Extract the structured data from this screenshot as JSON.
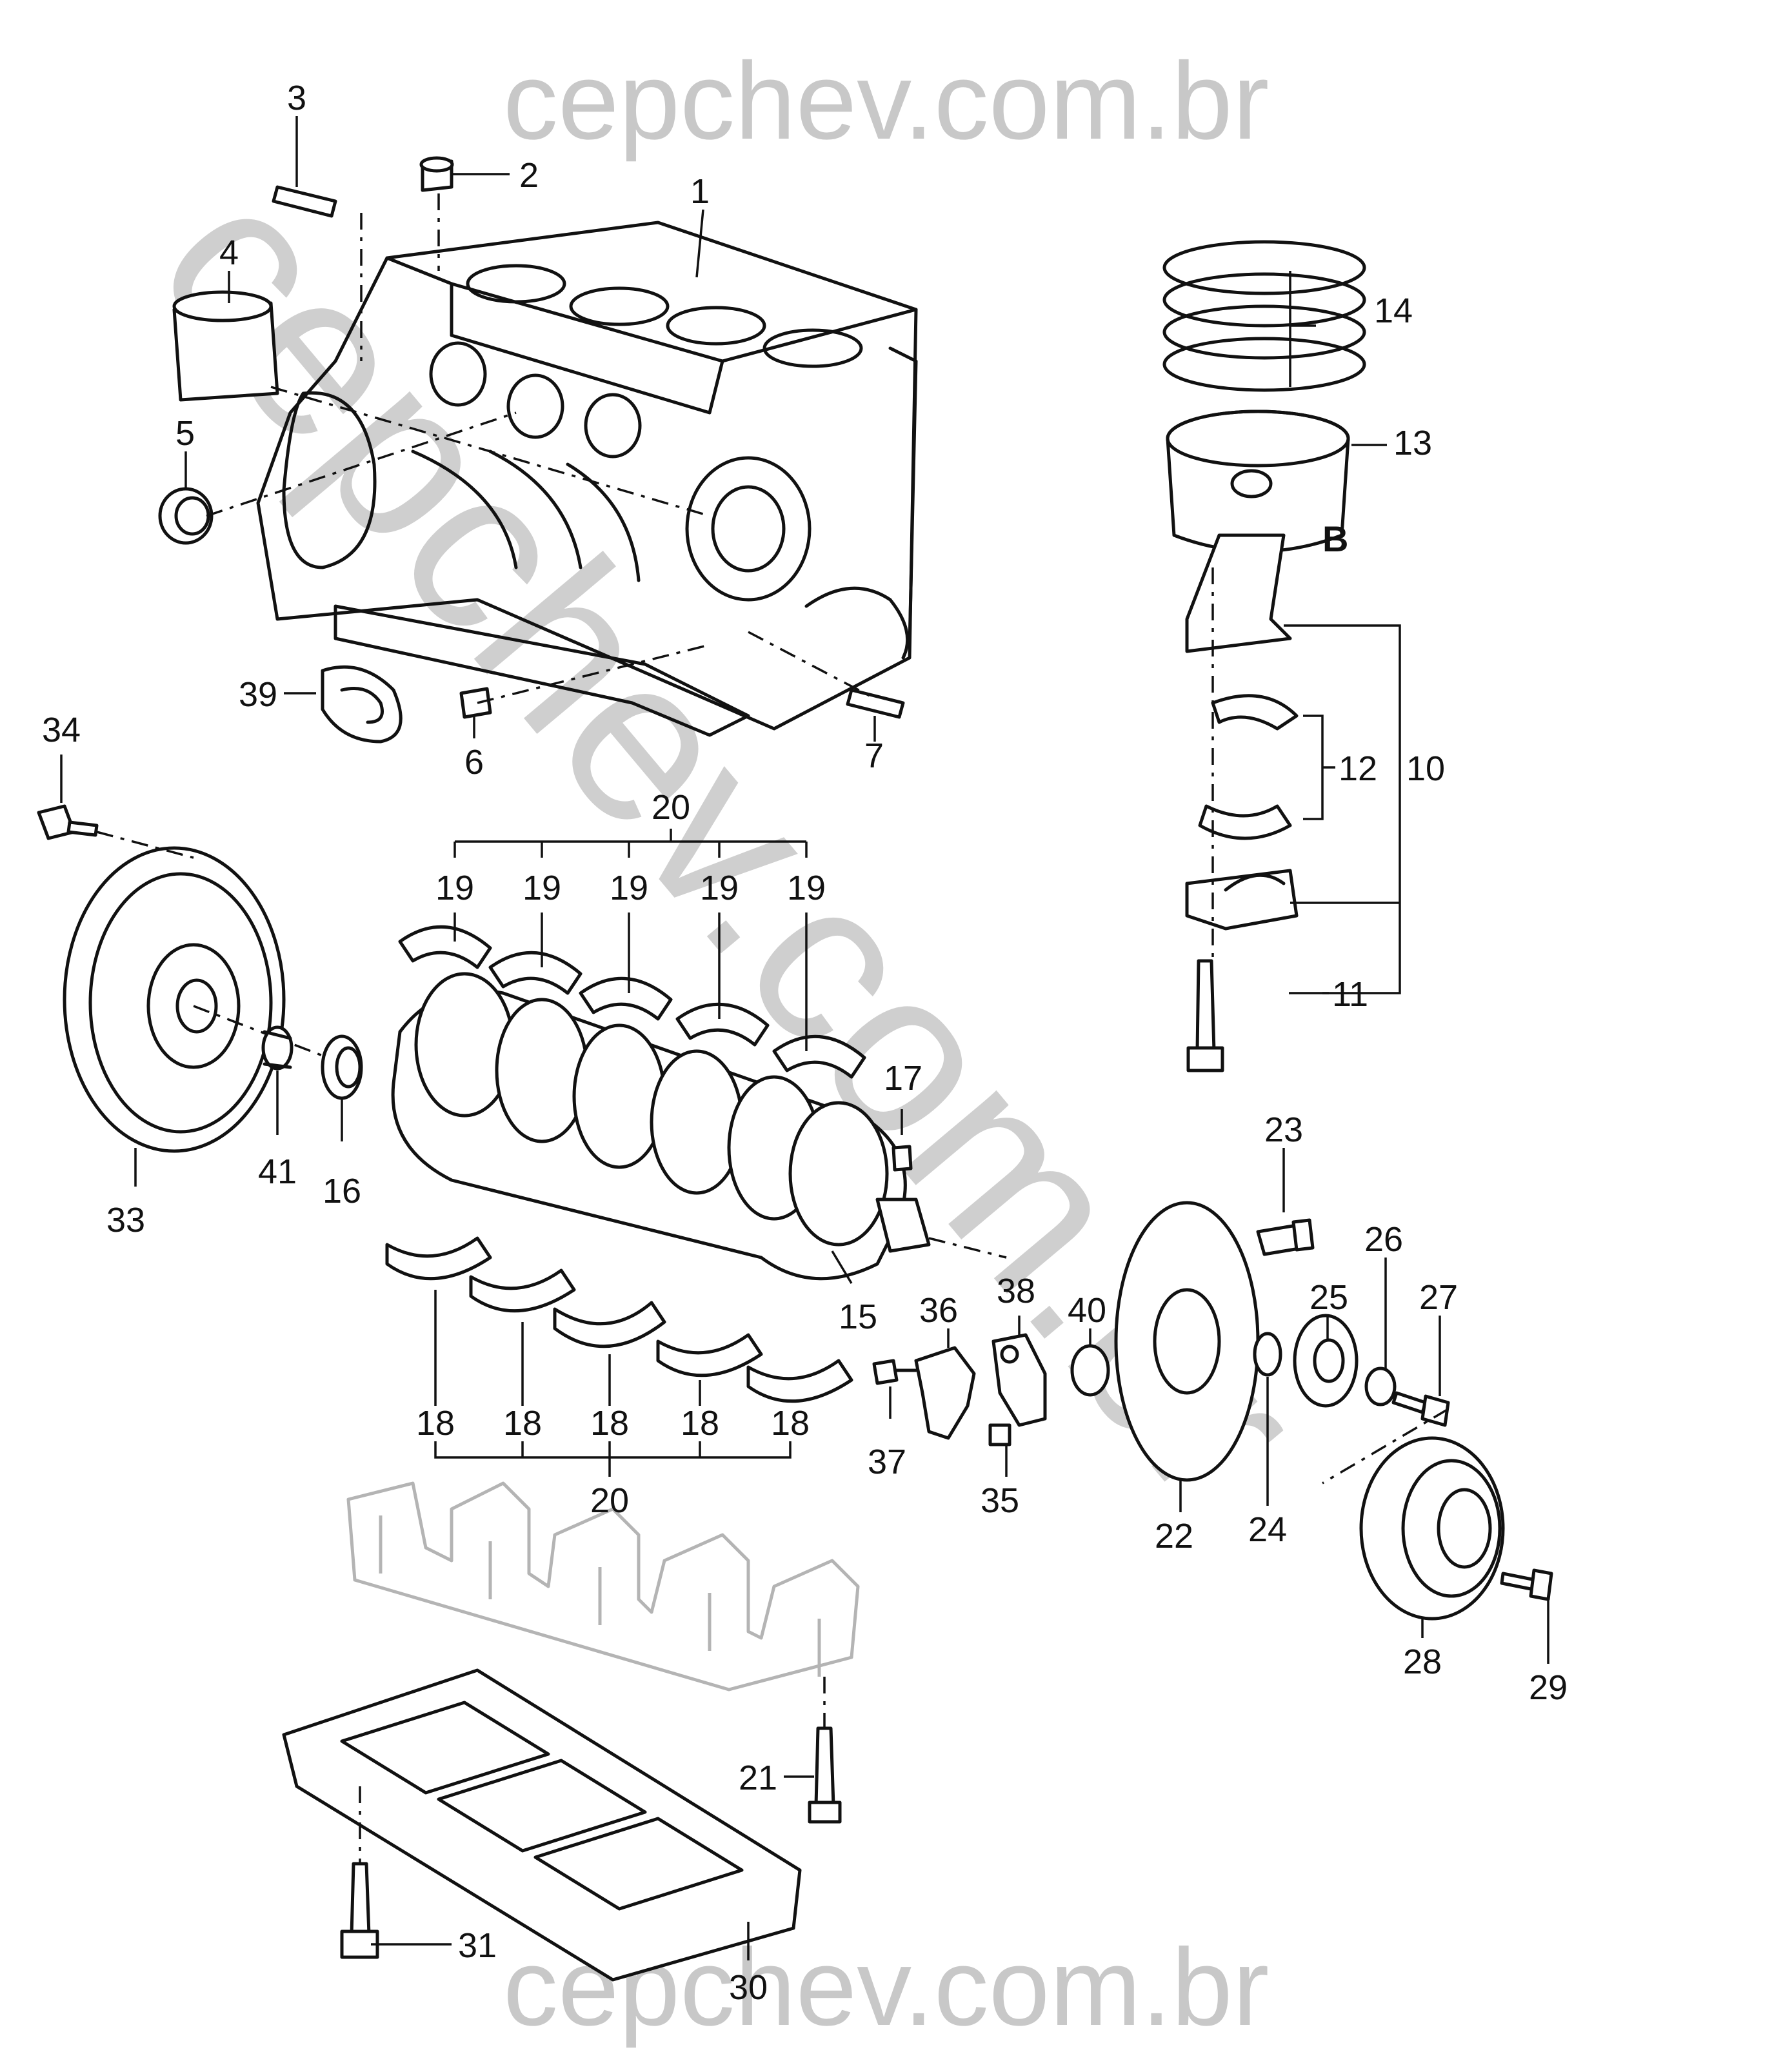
{
  "watermark": {
    "top": "cepchev.com.br",
    "bottom": "cepchev.com.br",
    "diagonal": "cepchev.com.br",
    "color": "#c8c8c8"
  },
  "section_letter": "B",
  "callouts": {
    "c1": "1",
    "c2": "2",
    "c3": "3",
    "c4": "4",
    "c5": "5",
    "c6": "6",
    "c7": "7",
    "c10": "10",
    "c11": "11",
    "c12": "12",
    "c13": "13",
    "c14": "14",
    "c15": "15",
    "c16": "16",
    "c17": "17",
    "c18a": "18",
    "c18b": "18",
    "c18c": "18",
    "c18d": "18",
    "c18e": "18",
    "c19a": "19",
    "c19b": "19",
    "c19c": "19",
    "c19d": "19",
    "c19e": "19",
    "c20top": "20",
    "c20bottom": "20",
    "c21": "21",
    "c22": "22",
    "c23": "23",
    "c24": "24",
    "c25": "25",
    "c26": "26",
    "c27": "27",
    "c28": "28",
    "c29": "29",
    "c30": "30",
    "c31": "31",
    "c33": "33",
    "c34": "34",
    "c35": "35",
    "c36": "36",
    "c37": "37",
    "c38": "38",
    "c39": "39",
    "c40": "40",
    "c41": "41"
  }
}
